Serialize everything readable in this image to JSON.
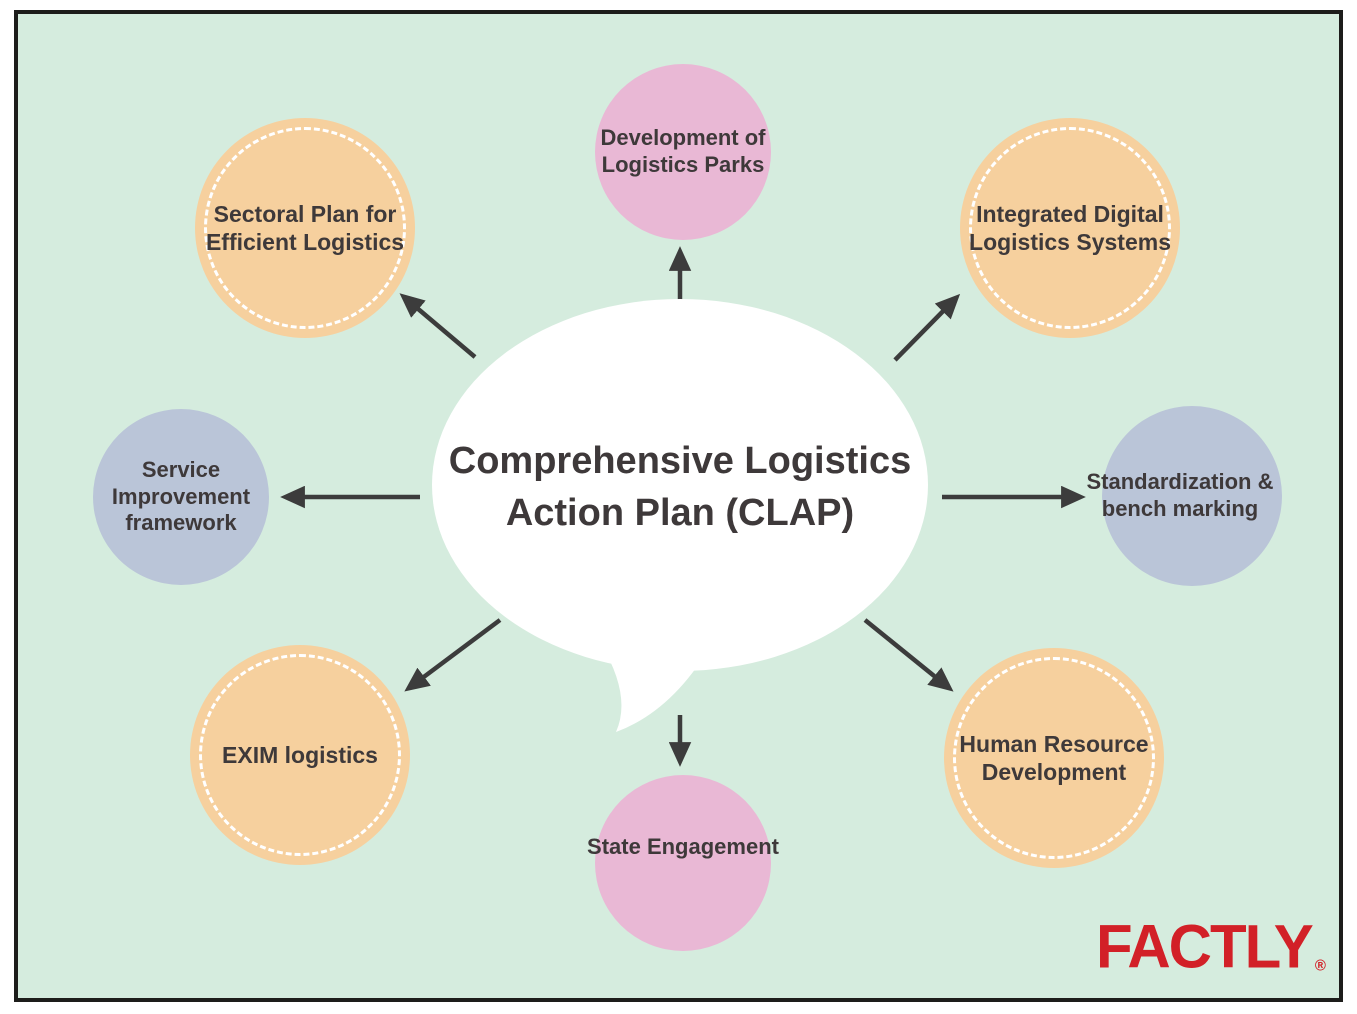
{
  "diagram": {
    "center": {
      "title": "Comprehensive Logistics Action Plan (CLAP)",
      "lines": [
        "Comprehensive Logistics",
        "Action Plan (CLAP)"
      ]
    },
    "nodes": [
      {
        "id": "development-of-logistics-parks",
        "position": "top",
        "color": "pink",
        "dashed": false,
        "label": "Development of Logistics Parks",
        "lines": [
          "Development of",
          "Logistics Parks"
        ]
      },
      {
        "id": "sectoral-plan-for-efficient-logistics",
        "position": "top-left",
        "color": "orange",
        "dashed": true,
        "label": "Sectoral Plan for Efficient Logistics",
        "lines": [
          "Sectoral Plan for",
          "Efficient Logistics"
        ]
      },
      {
        "id": "integrated-digital-logistics-systems",
        "position": "top-right",
        "color": "orange",
        "dashed": true,
        "label": "Integrated Digital Logistics Systems",
        "lines": [
          "Integrated Digital",
          "Logistics Systems"
        ]
      },
      {
        "id": "service-improvement-framework",
        "position": "left",
        "color": "blue",
        "dashed": false,
        "label": "Service Improvement framework",
        "lines": [
          "Service",
          "Improvement",
          "framework"
        ]
      },
      {
        "id": "standardization-and-bench-marking",
        "position": "right",
        "color": "blue",
        "dashed": false,
        "label": "Standardization & bench marking",
        "lines": [
          "Standardization &",
          "bench marking"
        ]
      },
      {
        "id": "exim-logistics",
        "position": "bottom-left",
        "color": "orange",
        "dashed": true,
        "label": "EXIM logistics",
        "lines": [
          "EXIM logistics"
        ]
      },
      {
        "id": "human-resource-development",
        "position": "bottom-right",
        "color": "orange",
        "dashed": true,
        "label": "Human Resource Development",
        "lines": [
          "Human Resource",
          "Development"
        ]
      },
      {
        "id": "state-engagement",
        "position": "bottom",
        "color": "pink",
        "dashed": false,
        "label": "State Engagement",
        "lines": [
          "State Engagement"
        ]
      }
    ]
  },
  "branding": {
    "logo_text": "FACTLY",
    "registered_mark": "®"
  },
  "colors": {
    "background": "#d5ecde",
    "panel_border": "#1d1d1b",
    "bubble_fill": "#ffffff",
    "node_pink": "#e9b8d5",
    "node_orange": "#f6d09e",
    "node_blue": "#bac5d8",
    "dashed_ring": "#ffffff",
    "arrow": "#3c3c3c",
    "text": "#3e393a",
    "logo_red": "#d22027"
  }
}
